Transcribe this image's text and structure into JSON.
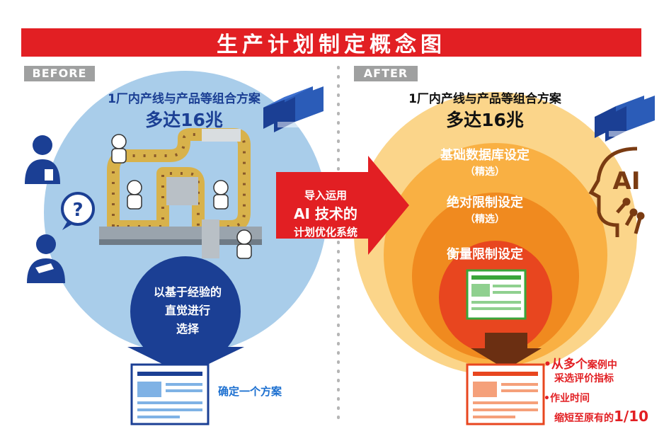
{
  "title": "生产计划制定概念图",
  "before": {
    "tag": "BEFORE",
    "line1": "1厂内产线与产品等组合方案",
    "line2": "多达16兆",
    "experience": [
      "以基于经验的",
      "直觉进行",
      "选择"
    ],
    "result": "确定一个方案"
  },
  "middle": {
    "line1": "导入运用",
    "line2": "AI 技术的",
    "line3": "计划优化系统"
  },
  "after": {
    "tag": "AFTER",
    "line1": "1厂内产线与产品等组合方案",
    "line2": "多达16兆",
    "levels": [
      {
        "name": "基础数据库设定",
        "sub": "（精选）"
      },
      {
        "name": "绝对限制设定",
        "sub": "（精选）"
      },
      {
        "name": "衡量限制设定"
      }
    ],
    "ai_label": "AI",
    "bullet1_big": "•从多个",
    "bullet1_small": "案例中",
    "bullet1_line2": "采选评价指标",
    "bullet2_line1": "•作业时间",
    "bullet2_line2_prefix": "缩短至原有的",
    "bullet2_line2_value": "1/10"
  },
  "colors": {
    "title_red": "#e21f23",
    "before_blue_light": "#a9cdea",
    "before_blue_dark": "#1b3f94",
    "after_ring_outer": "#fbd58a",
    "after_ring_2": "#f9b043",
    "after_ring_3": "#f08a1f",
    "after_ring_inner": "#e8461f",
    "tag_gray": "#9fa0a0"
  }
}
